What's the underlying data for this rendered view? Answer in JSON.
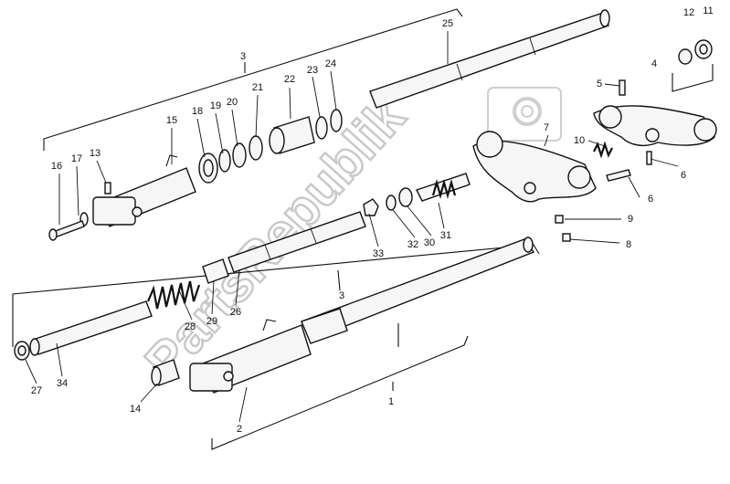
{
  "callouts": {
    "c1": "1",
    "c2": "2",
    "c3a": "3",
    "c3b": "3",
    "c4": "4",
    "c5": "5",
    "c6a": "6",
    "c6b": "6",
    "c7": "7",
    "c8": "8",
    "c9": "9",
    "c10": "10",
    "c11": "11",
    "c12": "12",
    "c13": "13",
    "c14": "14",
    "c15": "15",
    "c16": "16",
    "c17": "17",
    "c18": "18",
    "c19": "19",
    "c20": "20",
    "c21": "21",
    "c22": "22",
    "c23": "23",
    "c24": "24",
    "c25": "25",
    "c26": "26",
    "c27": "27",
    "c28": "28",
    "c29": "29",
    "c30": "30",
    "c31": "31",
    "c32": "32",
    "c33": "33",
    "c34": "34"
  },
  "watermark": {
    "text": "PartsRepublik"
  },
  "colors": {
    "ink": "#111111",
    "watermark": "#c9c9c9",
    "background": "#ffffff"
  }
}
